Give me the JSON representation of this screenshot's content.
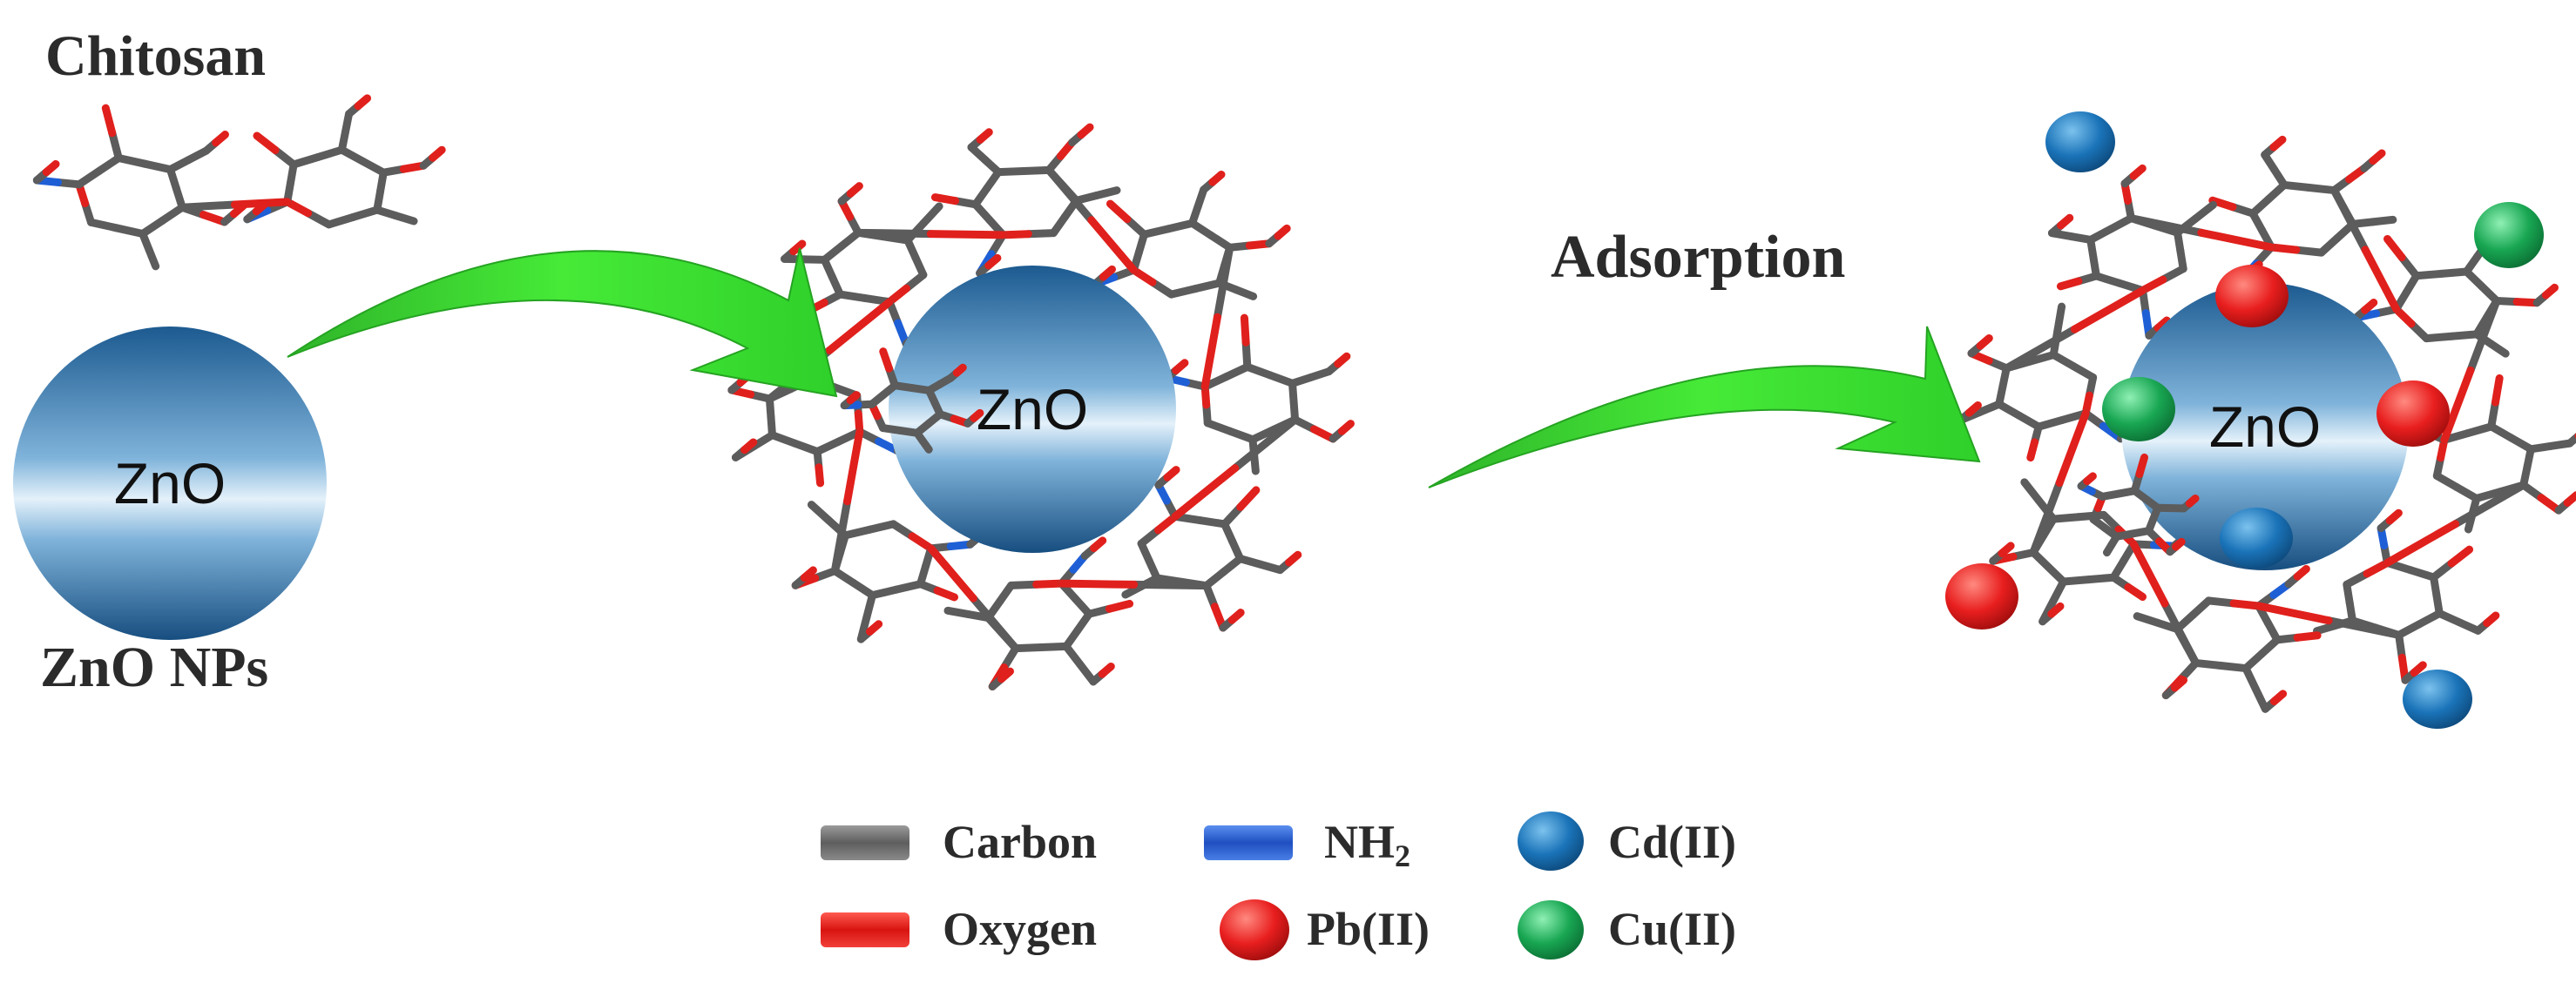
{
  "labels": {
    "chitosan": "Chitosan",
    "zno_nps": "ZnO NPs",
    "adsorption": "Adsorption",
    "zno_core": "ZnO"
  },
  "legend": {
    "carbon": "Carbon",
    "nh2": "NH",
    "nh2_sub": "2",
    "cd": "Cd(II)",
    "oxygen": "Oxygen",
    "pb": "Pb(II)",
    "cu": "Cu(II)"
  },
  "colors": {
    "carbon": "#6f6f6f",
    "oxygen": "#e0201c",
    "nh2": "#1f5fd6",
    "cd": "#1a73b8",
    "pb": "#e81e1e",
    "cu": "#18a652",
    "arrow": "#3be02f",
    "zno_dark": "#1f5d93",
    "zno_light": "#cfe6f6"
  }
}
